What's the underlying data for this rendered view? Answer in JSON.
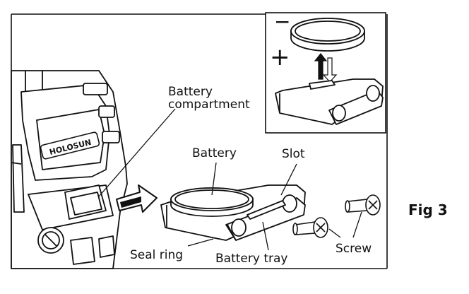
{
  "labels": {
    "battery_compartment_line1": "Battery",
    "battery_compartment_line2": "compartment",
    "battery": "Battery",
    "slot": "Slot",
    "seal_ring": "Seal ring",
    "battery_tray": "Battery tray",
    "screw": "Screw"
  },
  "inset": {
    "minus_sign": "−",
    "plus_sign": "+"
  },
  "figure_label": "Fig 3",
  "device_logo_text": "HOLOSUN",
  "colors": {
    "line": "#111111",
    "fill": "#ffffff",
    "shade": "#d9d9d9"
  }
}
